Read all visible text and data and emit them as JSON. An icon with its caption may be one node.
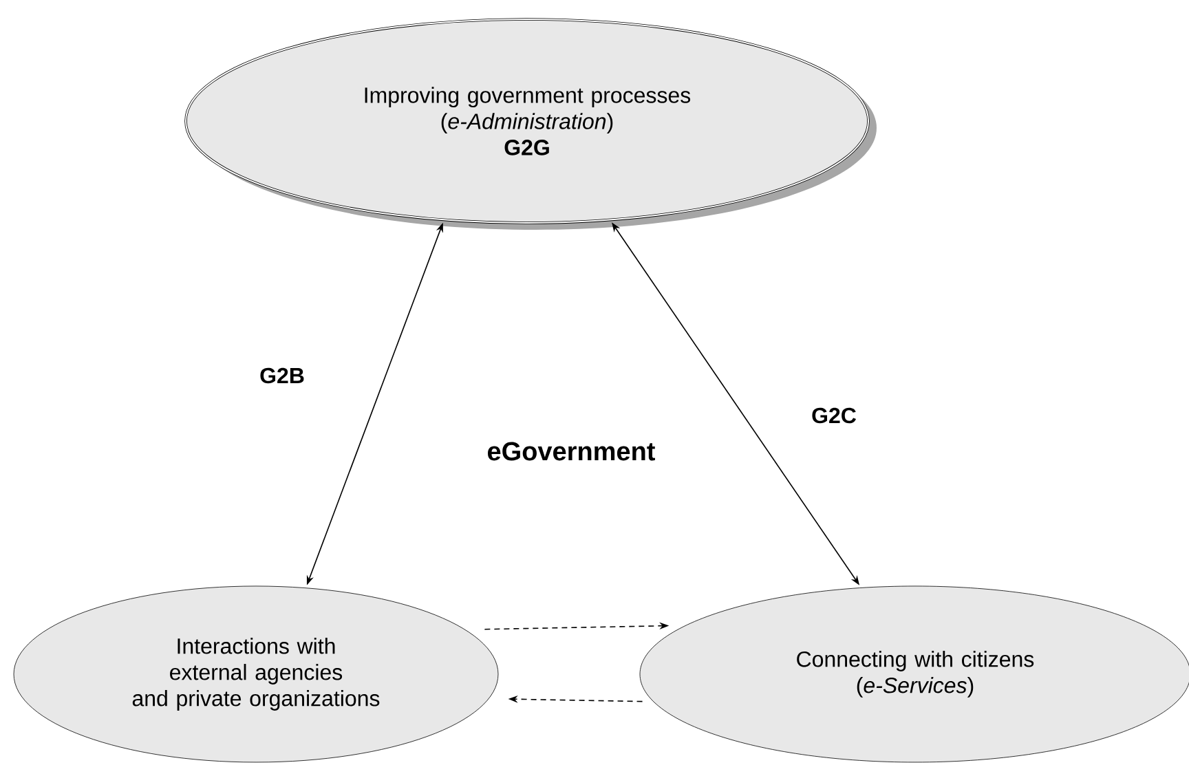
{
  "diagram": {
    "nodes": [
      {
        "text": [
          "Improving government processes",
          "(*e-Administration*)",
          "G2G"
        ]
      },
      {
        "text": [
          "Interactions with external agencies and private organizations"
        ]
      },
      {
        "text": [
          "Connecting with citizens",
          "(*e-Services*)"
        ]
      }
    ],
    "edges": [
      {
        "from": 1,
        "to": 0,
        "arrow": "both",
        "label": "G2B"
      },
      {
        "from": 0,
        "to": 2,
        "arrow": "both",
        "label": "G2C"
      },
      {
        "from": 1,
        "to": 2,
        "arrow": "to",
        "style": "dashed"
      },
      {
        "from": 2,
        "to": 1,
        "arrow": "to",
        "style": "dashed"
      }
    ],
    "labels": [
      "eGovernment"
    ]
  }
}
